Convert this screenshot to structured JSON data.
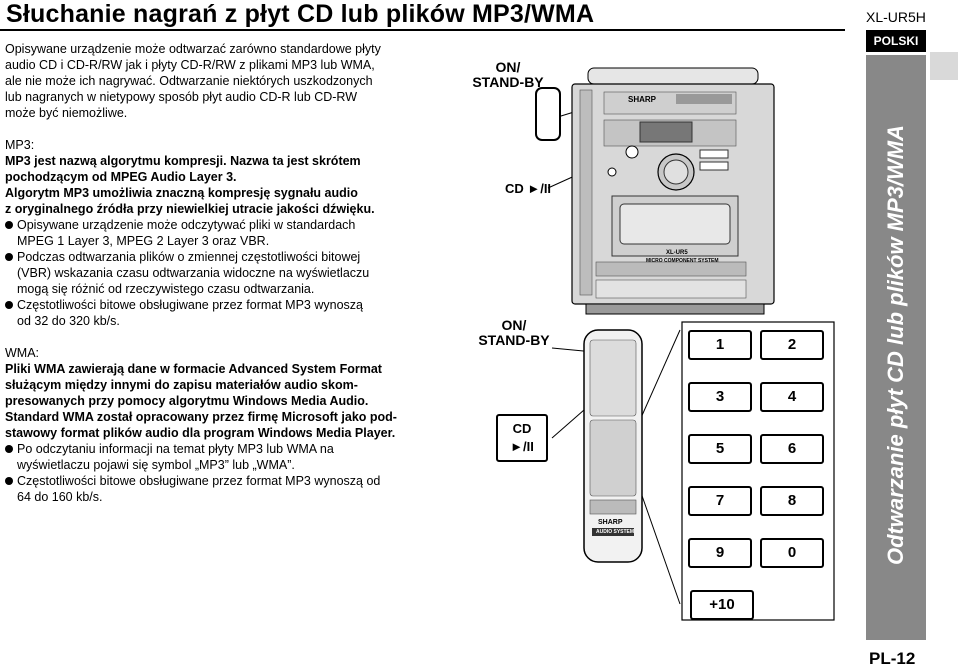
{
  "header": {
    "title": "Słuchanie nagrań z płyt CD lub plików MP3/WMA",
    "model": "XL-UR5H",
    "language": "POLSKI"
  },
  "sidebar": {
    "title": "Odtwarzanie płyt CD lub plików MP3/WMA"
  },
  "footer": {
    "page_number": "PL-12"
  },
  "intro": [
    "Opisywane urządzenie może odtwarzać zarówno standardowe płyty",
    "audio CD  i CD-R/RW jak i płyty CD-R/RW z plikami MP3 lub WMA,",
    "ale nie może ich nagrywać. Odtwarzanie niektórych uszkodzonych",
    "lub nagranych w nietypowy sposób płyt audio CD-R lub CD-RW",
    "może być niemożliwe."
  ],
  "mp3": {
    "heading": "MP3:",
    "bold_lines": [
      "MP3 jest nazwą algorytmu kompresji. Nazwa ta jest skrótem",
      "pochodzącym od MPEG Audio Layer 3.",
      "Algorytm MP3 umożliwia znaczną kompresję sygnału audio",
      "z oryginalnego źródła przy niewielkiej utracie jakości dźwięku."
    ],
    "bullets": [
      [
        "Opisywane urządzenie może odczytywać pliki w standardach",
        "MPEG 1 Layer 3, MPEG 2 Layer 3 oraz VBR."
      ],
      [
        "Podczas odtwarzania plików o zmiennej częstotliwości bitowej",
        "(VBR) wskazania czasu odtwarzania widoczne na wyświetlaczu",
        "mogą się różnić od rzeczywistego czasu odtwarzania."
      ],
      [
        "Częstotliwości bitowe obsługiwane przez format MP3 wynoszą",
        "od 32 do 320 kb/s."
      ]
    ]
  },
  "wma": {
    "heading": "WMA:",
    "bold_lines": [
      "Pliki WMA zawierają dane w formacie Advanced System Format",
      "służącym między innymi do zapisu materiałów audio skom-",
      "presowanych przy pomocy algorytmu Windows Media Audio.",
      "Standard WMA został opracowany przez firmę Microsoft jako pod-",
      "stawowy format plików audio dla program Windows Media Player."
    ],
    "bullets": [
      [
        "Po odczytaniu informacji na temat płyty MP3 lub WMA na",
        "wyświetlaczu pojawi się symbol „MP3” lub „WMA”."
      ],
      [
        "Częstotliwości bitowe obsługiwane przez format MP3 wynoszą od",
        "64 do 160 kb/s."
      ]
    ]
  },
  "figure": {
    "unit_on_standby": [
      "ON/",
      "STAND-BY"
    ],
    "unit_cd": "CD ►/II",
    "remote_on_standby": [
      "ON/",
      "STAND-BY"
    ],
    "remote_cd": [
      "CD",
      "►/II"
    ],
    "brand": "SHARP",
    "model_label": "XL-UR5",
    "model_sub": "MICRO COMPONENT SYSTEM",
    "remote_sub": "AUDIO SYSTEM",
    "number_keys": [
      "1",
      "2",
      "3",
      "4",
      "5",
      "6",
      "7",
      "8",
      "9",
      "0",
      "+10"
    ]
  }
}
